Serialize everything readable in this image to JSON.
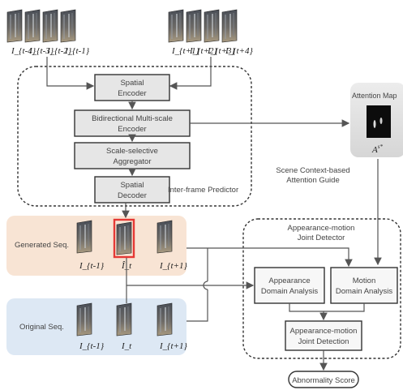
{
  "input_frames": {
    "past": [
      "I_{t-4}",
      "I_{t-3}",
      "I_{t-2}",
      "I_{t-1}"
    ],
    "future": [
      "I_{t+1}",
      "I_{t+2}",
      "I_{t+3}",
      "I_{t+4}"
    ]
  },
  "predictor": {
    "title": "Inter-frame Predictor",
    "spatial_encoder": [
      "Spatial",
      "Encoder"
    ],
    "bidirectional_encoder": [
      "Bidirectional Multi-scale",
      "Encoder"
    ],
    "aggregator": [
      "Scale-selective",
      "Aggregator"
    ],
    "spatial_decoder": [
      "Spatial",
      "Decoder"
    ]
  },
  "attention": {
    "map_title": "Attention Map",
    "map_symbol": "A",
    "map_superscript": "s*",
    "guide_label": [
      "Scene Context-based",
      "Attention Guide"
    ]
  },
  "generated": {
    "label": "Generated Seq.",
    "frames": [
      "I_{t-1}",
      "Î_t",
      "I_{t+1}"
    ]
  },
  "original": {
    "label": "Original Seq.",
    "frames": [
      "I_{t-1}",
      "I_t",
      "I_{t+1}"
    ]
  },
  "detector": {
    "title": [
      "Appearance-motion",
      "Joint Detector"
    ],
    "appearance": [
      "Appearance",
      "Domain Analysis"
    ],
    "motion": [
      "Motion",
      "Domain Analysis"
    ],
    "joint": [
      "Appearance-motion",
      "Joint Detection"
    ]
  },
  "output": {
    "label": "Abnormality Score"
  },
  "colors": {
    "generated_bg": "#f8e4d4",
    "original_bg": "#dde8f4",
    "highlight": "#e53935",
    "box_fill": "#e6e6e6"
  }
}
